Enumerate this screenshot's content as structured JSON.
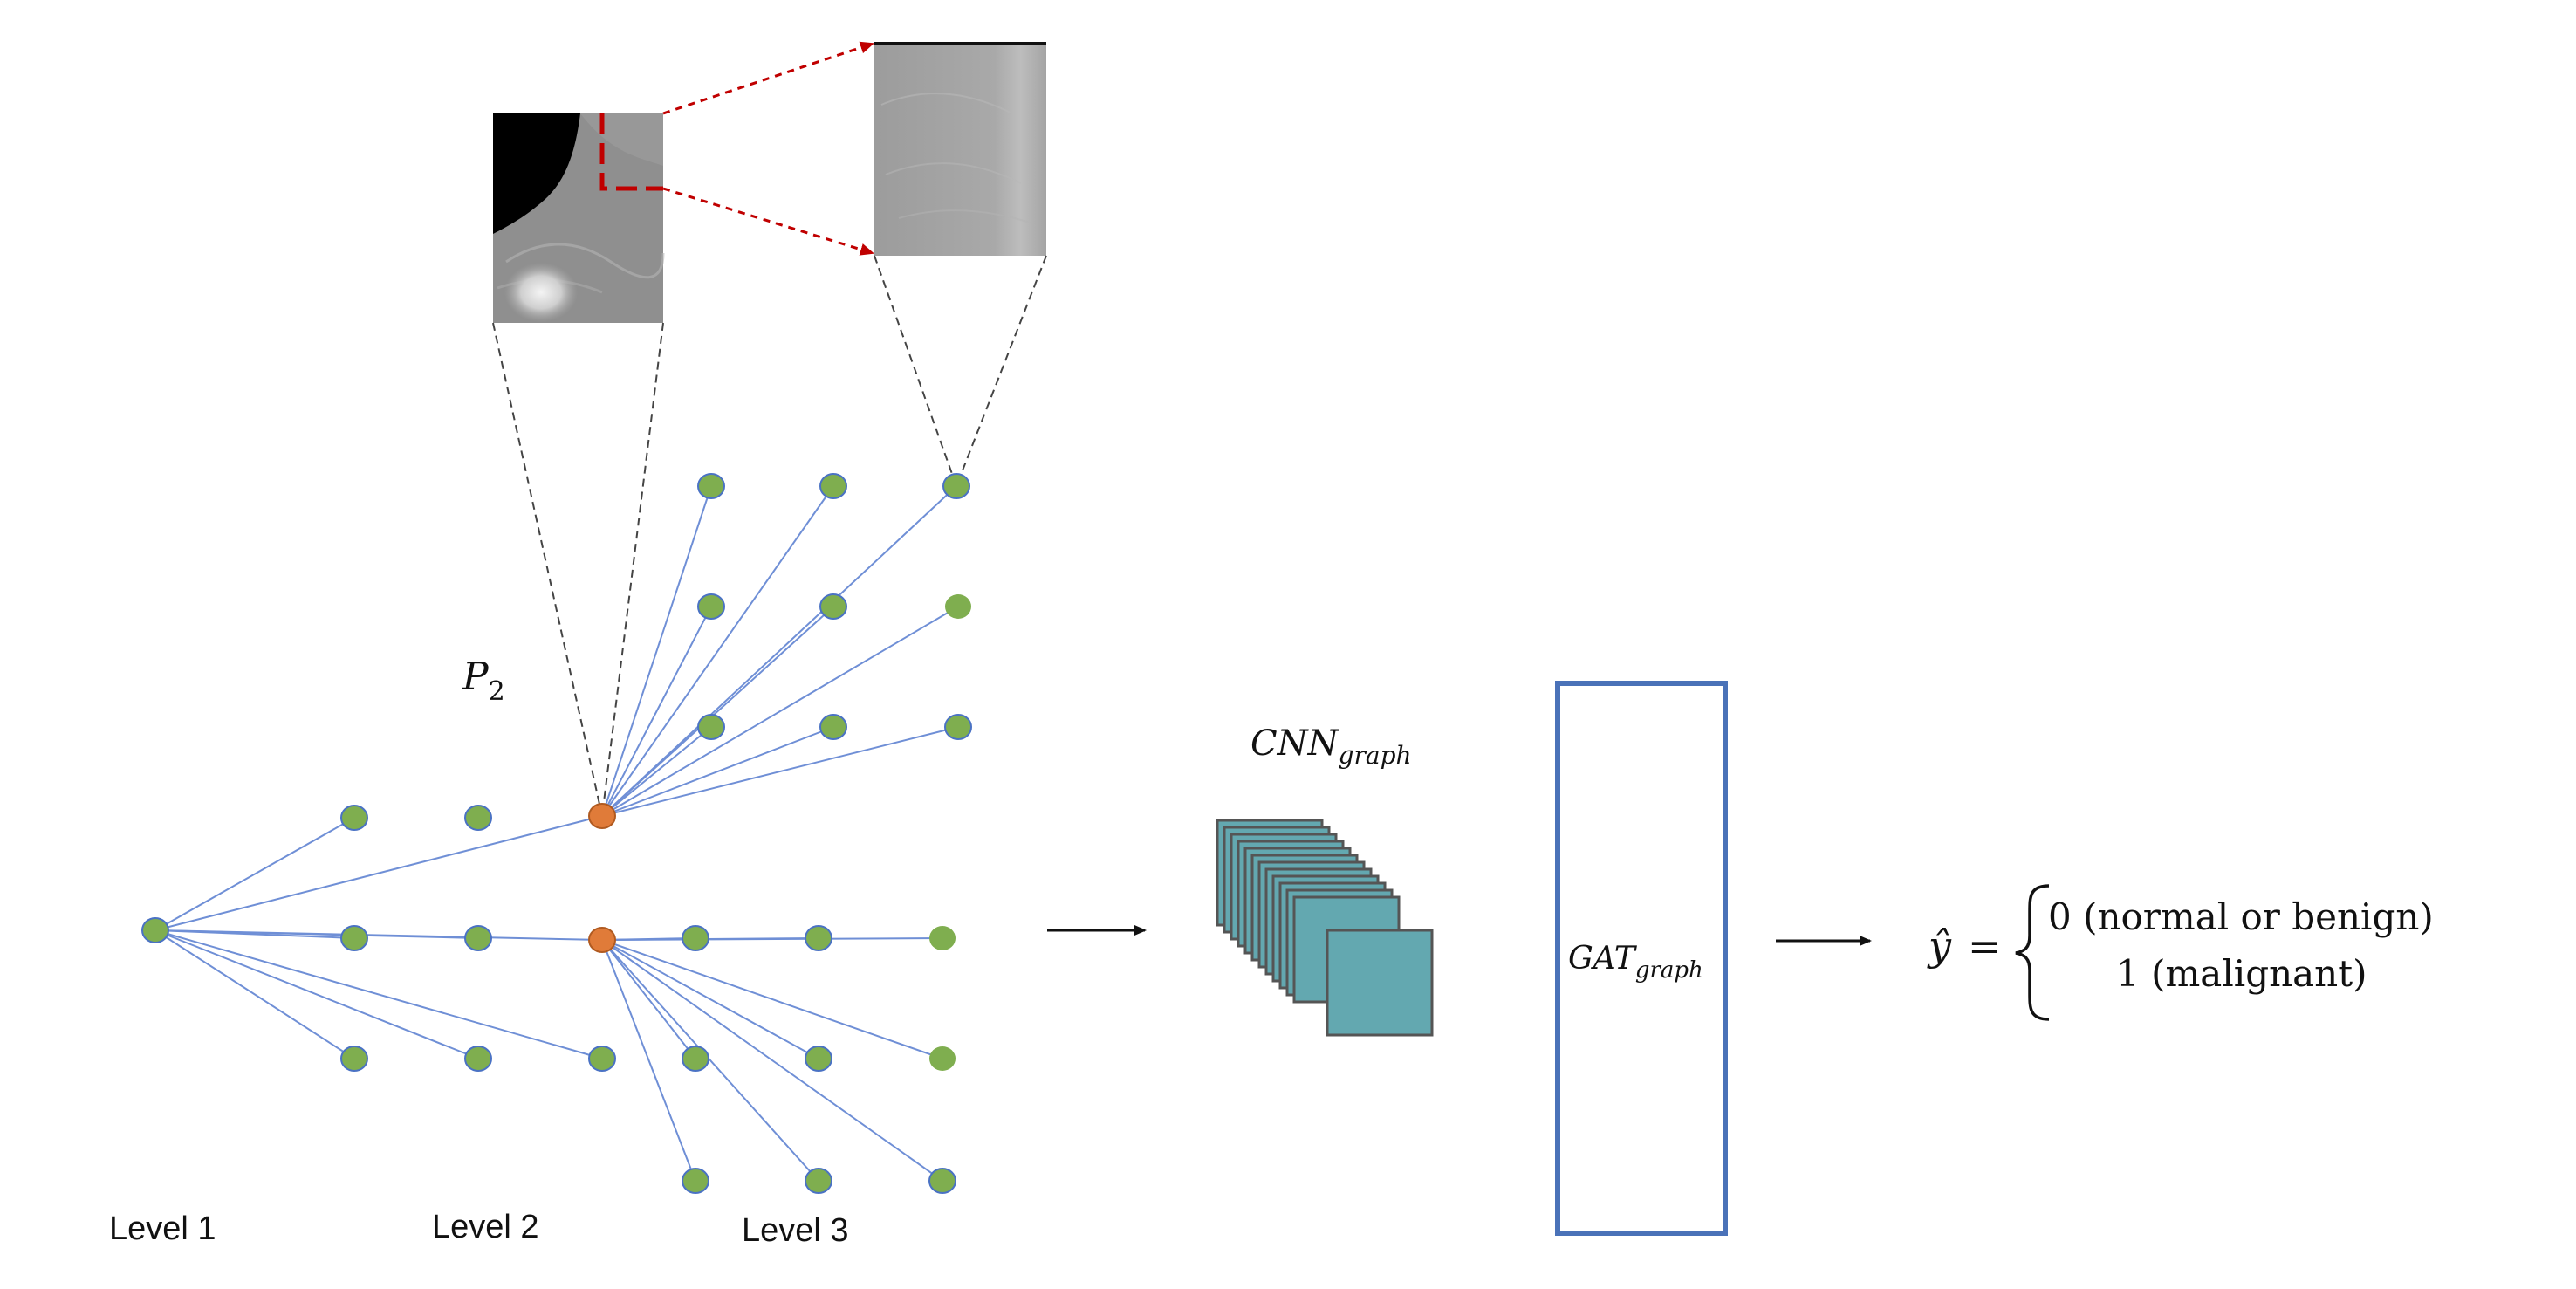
{
  "colors": {
    "node": "#7fae4f",
    "node_stroke": "#4a72c4",
    "selected_node": "#e07b39",
    "selected_node_stroke": "#b05a20",
    "edge": "#6f8fd6",
    "zoom_box": "#c00000",
    "guide": "#444444",
    "feature_map": "#63a8b0",
    "feature_map_stroke": "#555555",
    "gat_box": "#4a72b8"
  },
  "graph": {
    "levels": [
      "Level 1",
      "Level 2",
      "Level 3"
    ],
    "patch_label_main": "P",
    "patch_label_sub": "2"
  },
  "cnn": {
    "label_main": "CNN",
    "label_sub": "graph"
  },
  "gat": {
    "label_main": "GAT",
    "label_sub": "graph"
  },
  "output": {
    "y_hat": "ŷ",
    "equals": "=",
    "case_0": "0 (normal or benign)",
    "case_1": "1 (malignant)"
  }
}
